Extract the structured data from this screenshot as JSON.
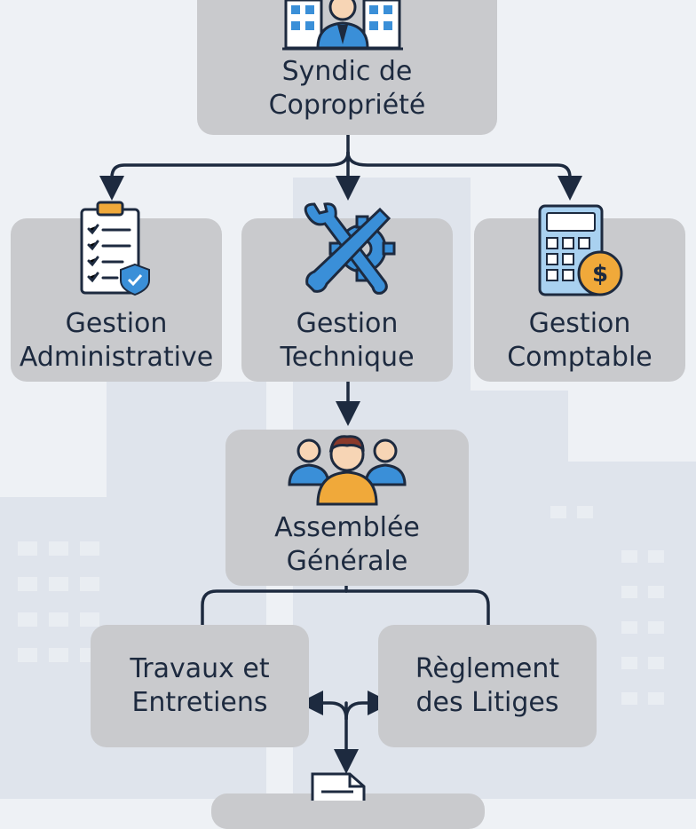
{
  "nodes": {
    "syndic": {
      "line1": "Syndic de",
      "line2": "Copropriété",
      "icon": "manager-building-icon"
    },
    "admin": {
      "line1": "Gestion",
      "line2": "Administrative",
      "icon": "clipboard-checklist-icon"
    },
    "technique": {
      "line1": "Gestion",
      "line2": "Technique",
      "icon": "wrench-gear-icon"
    },
    "comptable": {
      "line1": "Gestion",
      "line2": "Comptable",
      "icon": "calculator-coin-icon"
    },
    "assemblee": {
      "line1": "Assemblée",
      "line2": "Générale",
      "icon": "group-people-icon"
    },
    "travaux": {
      "line1": "Travaux et",
      "line2": "Entretiens"
    },
    "litiges": {
      "line1": "Règlement",
      "line2": "des Litiges"
    },
    "document": {
      "icon": "document-icon"
    }
  },
  "colors": {
    "box": "#c9cacd",
    "arrow": "#1d2a3f",
    "text": "#1d2a3f",
    "accent_blue": "#3a8fd8",
    "accent_orange": "#f0a93a",
    "background": "#eef1f5"
  }
}
